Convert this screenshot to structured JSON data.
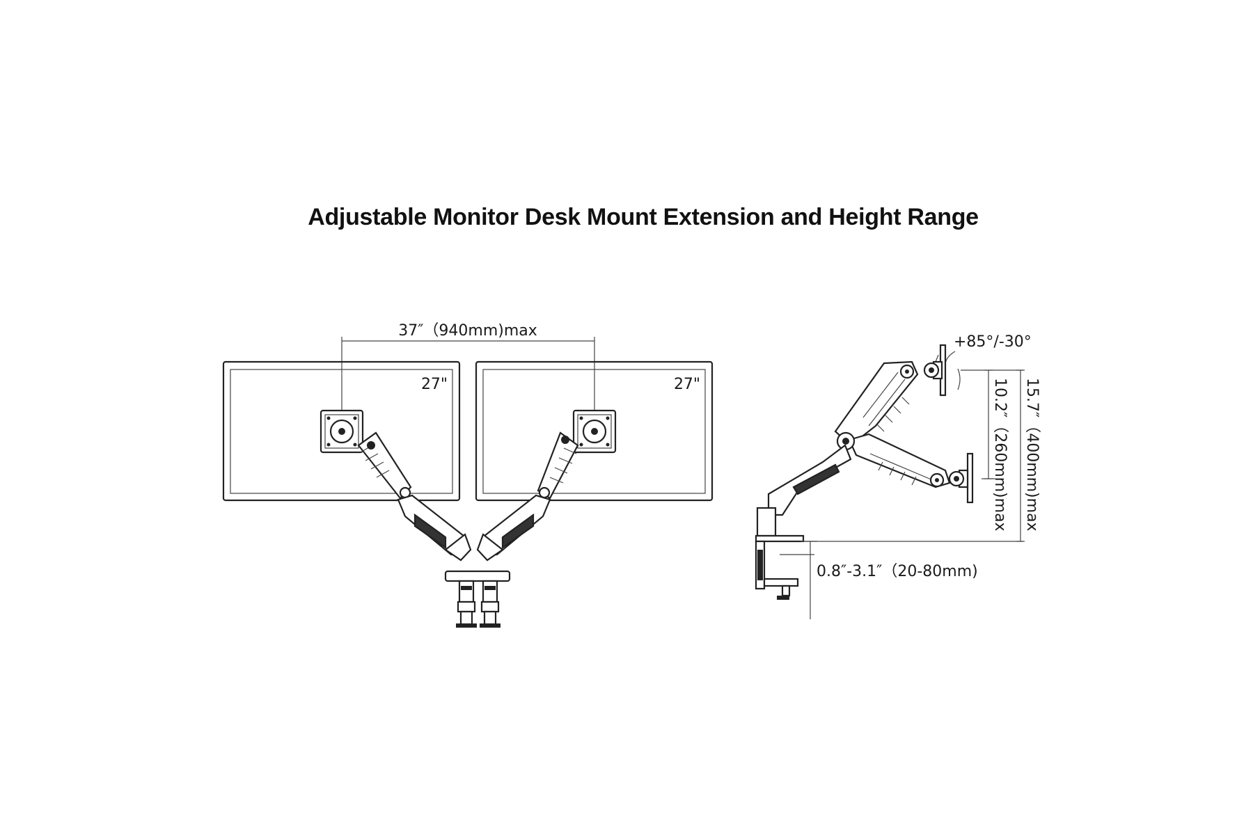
{
  "title": "Adjustable Monitor Desk Mount Extension and Height Range",
  "front_view": {
    "extension_label": "37″（940mm)max",
    "left_monitor_size": "27\"",
    "right_monitor_size": "27\""
  },
  "side_view": {
    "tilt_label": "+85°/-30°",
    "height_short_label": "10.2″（260mm)max",
    "height_long_label": "15.7″（400mm)max",
    "clamp_label": "0.8″-3.1″（20-80mm)"
  }
}
